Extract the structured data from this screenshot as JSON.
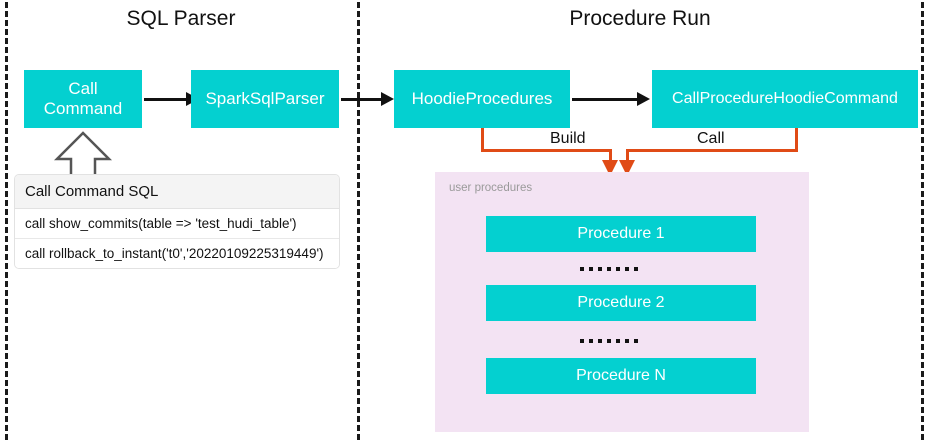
{
  "sections": [
    {
      "title": "SQL Parser"
    },
    {
      "title": "Procedure Run"
    }
  ],
  "nodes": {
    "call_command": "Call\nCommand",
    "call_command_line1": "Call",
    "call_command_line2": "Command",
    "spark_sql_parser": "SparkSqlParser",
    "hoodie_procedures": "HoodieProcedures",
    "call_procedure_hoodie_command": "CallProcedureHoodieCommand"
  },
  "edges": {
    "build_label": "Build",
    "call_label": "Call"
  },
  "sql_table": {
    "header": "Call Command SQL",
    "rows": [
      "call show_commits(table => 'test_hudi_table')",
      "call rollback_to_instant('t0','20220109225319449')"
    ]
  },
  "procedures_panel": {
    "label": "user procedures",
    "items": [
      {
        "label": "Procedure 1"
      },
      {
        "label": "Procedure 2"
      },
      {
        "label": "Procedure N"
      }
    ],
    "separator": "......."
  },
  "colors": {
    "node_fill": "#04D0D0",
    "node_text": "#FFFFFF",
    "connector_orange": "#E04B16",
    "panel_fill": "#F3E3F3",
    "panel_label": "#9A9A9A",
    "divider": "#1A1A1A"
  }
}
